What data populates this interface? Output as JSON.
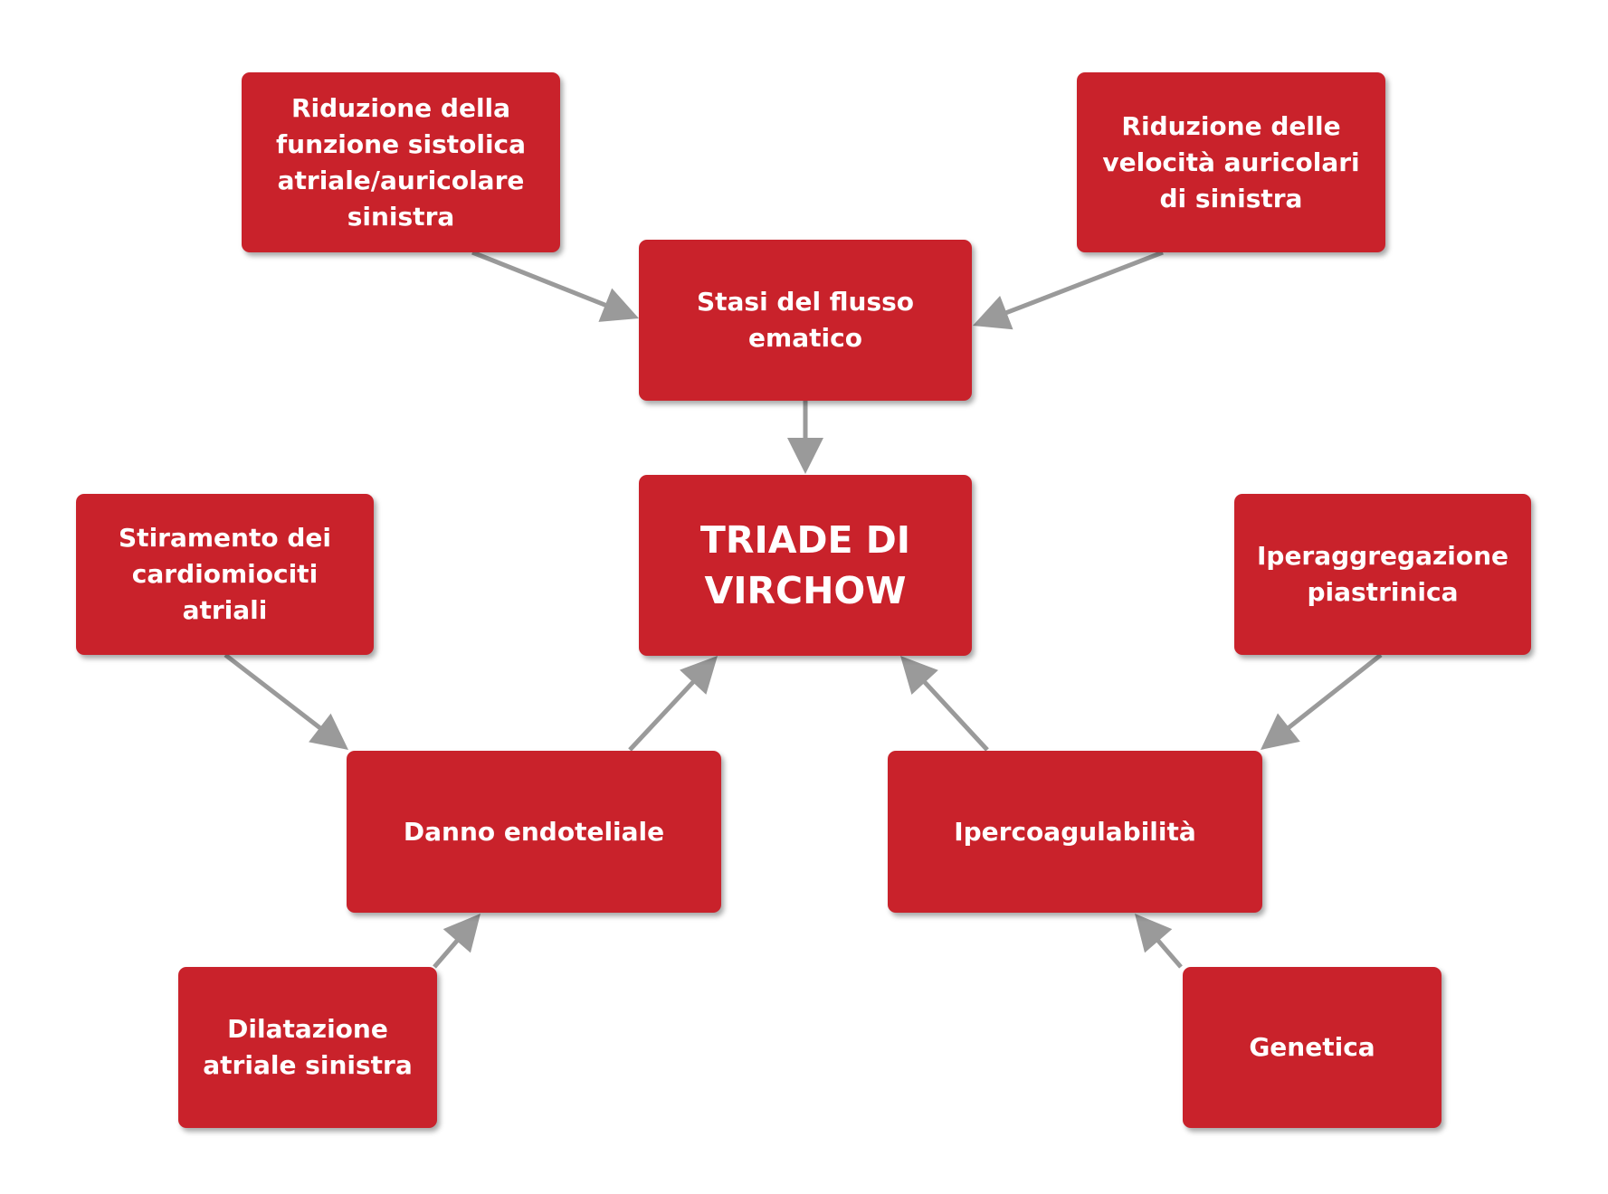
{
  "colors": {
    "node_fill": "#c9222b",
    "node_text": "#ffffff",
    "arrow": "#9a9a9a",
    "background": "#ffffff"
  },
  "nodes": {
    "riduzione_funzione": "Riduzione della\nfunzione sistolica\natriale/auricolare\nsinistra",
    "riduzione_velocita": "Riduzione delle\nvelocità auricolari\ndi sinistra",
    "stasi": "Stasi del flusso\nematico",
    "triade": "TRIADE DI\nVIRCHOW",
    "stiramento": "Stiramento dei\ncardiomiociti\natriali",
    "iperaggregazione": "Iperaggregazione\npiastrinica",
    "danno": "Danno endoteliale",
    "ipercoagulabilita": "Ipercoagulabilità",
    "dilatazione": "Dilatazione\natriale sinistra",
    "genetica": "Genetica"
  },
  "edges": [
    {
      "from": "riduzione_funzione",
      "to": "stasi"
    },
    {
      "from": "riduzione_velocita",
      "to": "stasi"
    },
    {
      "from": "stasi",
      "to": "triade"
    },
    {
      "from": "stiramento",
      "to": "danno"
    },
    {
      "from": "danno",
      "to": "triade"
    },
    {
      "from": "iperaggregazione",
      "to": "ipercoagulabilita"
    },
    {
      "from": "ipercoagulabilita",
      "to": "triade"
    },
    {
      "from": "dilatazione",
      "to": "danno"
    },
    {
      "from": "genetica",
      "to": "ipercoagulabilita"
    }
  ]
}
